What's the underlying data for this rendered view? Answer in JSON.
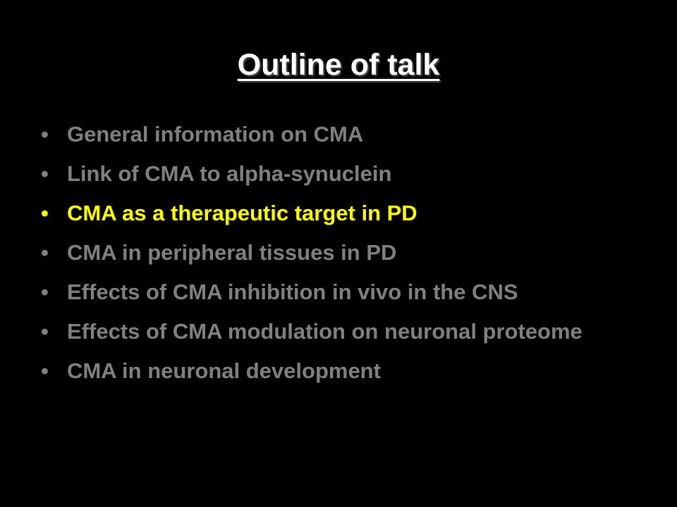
{
  "slide": {
    "title": "Outline of talk",
    "bullet_glyph": "•",
    "colors": {
      "background": "#000000",
      "title": "#ffffff",
      "bullet_default": "#808080",
      "bullet_highlight": "#ffff00"
    },
    "bullets": [
      {
        "text": "General information on CMA",
        "highlighted": false
      },
      {
        "text": "Link of CMA to alpha-synuclein",
        "highlighted": false
      },
      {
        "text": "CMA as a therapeutic target in PD",
        "highlighted": true
      },
      {
        "text": "CMA in peripheral tissues in PD",
        "highlighted": false
      },
      {
        "text": "Effects of CMA inhibition in vivo in the CNS",
        "highlighted": false
      },
      {
        "text": "Effects of CMA modulation on neuronal proteome",
        "highlighted": false
      },
      {
        "text": "CMA in neuronal development",
        "highlighted": false
      }
    ]
  }
}
